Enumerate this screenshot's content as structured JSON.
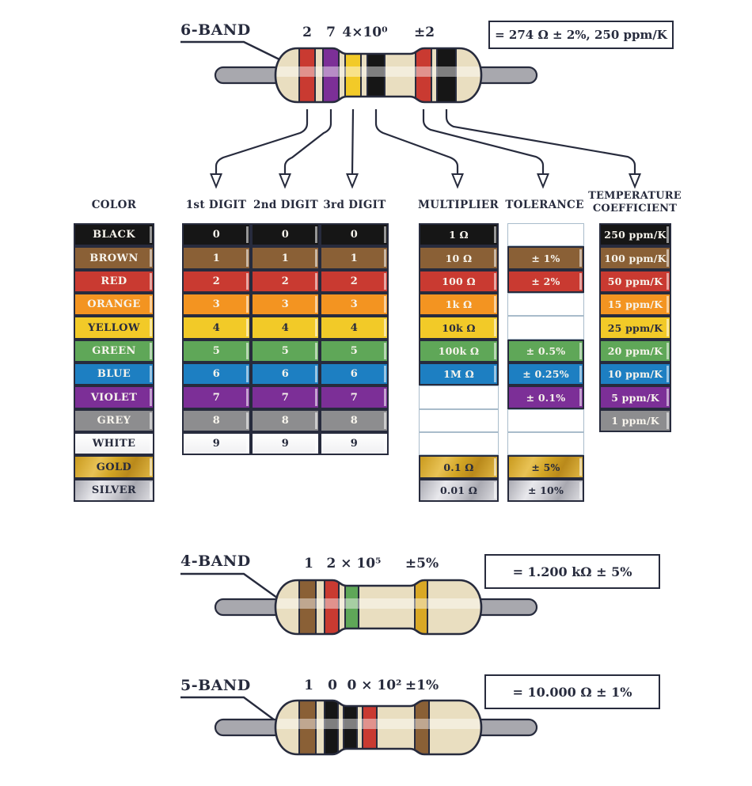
{
  "colors": {
    "outline": "#272b3d",
    "body": "#e9dec0",
    "lead": "#a8a8ae",
    "black": "#161616",
    "brown": "#8a6036",
    "red": "#c93a31",
    "orange": "#f39421",
    "yellow": "#f2ca28",
    "green": "#5fa758",
    "blue": "#1d7fc2",
    "violet": "#7c2f97",
    "grey": "#8d8d8f",
    "white": "#ffffff",
    "gold": "#d9a825",
    "silver": "#c6c6cc"
  },
  "resistor_6band": {
    "label": "6-BAND",
    "band_values": [
      "2",
      "7",
      "4×10⁰",
      "±2"
    ],
    "result": "= 274 Ω ± 2%, 250 ppm/K",
    "bands": [
      "red",
      "violet",
      "yellow",
      "black",
      "red",
      "black"
    ]
  },
  "resistor_4band": {
    "label": "4-BAND",
    "band_values": [
      "1",
      "2 × 10⁵",
      "±5%"
    ],
    "result": "= 1.200 kΩ ± 5%",
    "bands": [
      "brown",
      "red",
      "green",
      "gold"
    ]
  },
  "resistor_5band": {
    "label": "5-BAND",
    "band_values": [
      "1",
      "0",
      "0 × 10²",
      "±1%"
    ],
    "result": "= 10.000 Ω ± 1%",
    "bands": [
      "brown",
      "black",
      "black",
      "red",
      "brown"
    ]
  },
  "table": {
    "headers": {
      "color": "COLOR",
      "d1": "1st DIGIT",
      "d2": "2nd DIGIT",
      "d3": "3rd DIGIT",
      "mult": "MULTIPLIER",
      "tol": "TOLERANCE",
      "temp1": "TEMPERATURE",
      "temp2": "COEFFICIENT"
    },
    "rows": [
      {
        "name": "BLACK",
        "digit": "0",
        "mult": "1 Ω",
        "tol": "",
        "temp": "250 ppm/K"
      },
      {
        "name": "BROWN",
        "digit": "1",
        "mult": "10 Ω",
        "tol": "± 1%",
        "temp": "100 ppm/K"
      },
      {
        "name": "RED",
        "digit": "2",
        "mult": "100 Ω",
        "tol": "± 2%",
        "temp": "50 ppm/K"
      },
      {
        "name": "ORANGE",
        "digit": "3",
        "mult": "1k Ω",
        "tol": "",
        "temp": "15 ppm/K"
      },
      {
        "name": "YELLOW",
        "digit": "4",
        "mult": "10k Ω",
        "tol": "",
        "temp": "25 ppm/K"
      },
      {
        "name": "GREEN",
        "digit": "5",
        "mult": "100k Ω",
        "tol": "± 0.5%",
        "temp": "20 ppm/K"
      },
      {
        "name": "BLUE",
        "digit": "6",
        "mult": "1M Ω",
        "tol": "± 0.25%",
        "temp": "10 ppm/K"
      },
      {
        "name": "VIOLET",
        "digit": "7",
        "mult": "",
        "tol": "± 0.1%",
        "temp": "5 ppm/K"
      },
      {
        "name": "GREY",
        "digit": "8",
        "mult": "",
        "tol": "",
        "temp": "1 ppm/K"
      },
      {
        "name": "WHITE",
        "digit": "9",
        "mult": "",
        "tol": ""
      },
      {
        "name": "GOLD",
        "mult": "0.1 Ω",
        "tol": "± 5%"
      },
      {
        "name": "SILVER",
        "mult": "0.01 Ω",
        "tol": "± 10%"
      }
    ]
  }
}
